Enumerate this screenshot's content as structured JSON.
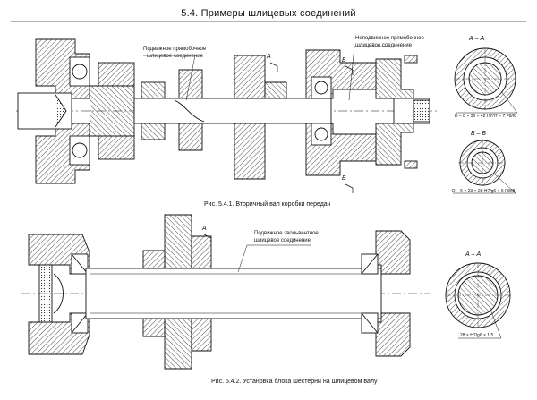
{
  "header": {
    "title": "5.4. Примеры шлицевых соединений"
  },
  "figure1": {
    "caption": "Рис. 5.4.1. Вторичный вал коробки передач",
    "label_movable": [
      "Подвижное прямобочное",
      "шлицевое соединение"
    ],
    "label_fixed": [
      "Неподвижное прямобочное",
      "шлицевое соединение"
    ],
    "cut_a": "А",
    "cut_b": "Б",
    "section_aa": {
      "title": "А – А",
      "spec": "D – 8 × 36 × 42 H7/f7 × 7 F8/f8"
    },
    "section_bb": {
      "title": "Б – Б",
      "spec": "D – 6 × 23 × 28 H7/g6 × 6 F8/f8"
    }
  },
  "figure2": {
    "caption": "Рис. 5.4.2. Установка блока шестерни на шлицевом валу",
    "label_movable": [
      "Подвижное эвольвентное",
      "шлицевое соединение"
    ],
    "cut_a": "А",
    "section_aa": {
      "title": "А – А",
      "spec": "28 × H7/g6 × 1,5"
    }
  }
}
